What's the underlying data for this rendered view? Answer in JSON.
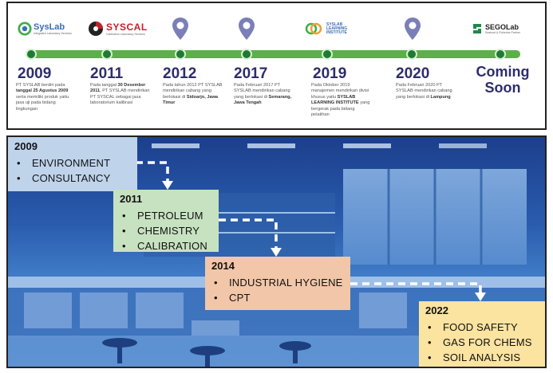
{
  "colors": {
    "timeline_line": "#5bb04a",
    "timeline_dot": "#1e7a34",
    "year_text": "#2d2d6b",
    "pin": "#7b7fb8",
    "box_2009": "#c8dbef",
    "box_2011": "#c7e2c0",
    "box_2014": "#f2c6a8",
    "box_2022": "#fbe3a0"
  },
  "timeline": {
    "logos": {
      "syslab": {
        "name": "SysLab",
        "tagline": "Integrated Laboratory Services"
      },
      "syscal": {
        "name": "SYSCAL",
        "tagline": "Calibration Laboratory Services"
      },
      "sli": {
        "name_line1": "SYSLAB",
        "name_line2": "LEARNING",
        "name_line3": "INSTITUTE"
      },
      "sego": {
        "name": "SEGOLab",
        "tagline": "Seafood & Fisheries Partner"
      }
    },
    "pin_icon": "map-pin-icon",
    "events": [
      {
        "year": "2009",
        "desc_pre": "PT SYSLAB berdiri pada ",
        "desc_bold": "tanggal 25 Agustus 2009",
        "desc_post": " serta memiliki produk yaitu jasa uji pada bidang lingkungan"
      },
      {
        "year": "2011",
        "desc_pre": "Pada tanggal ",
        "desc_bold": "30 Desember 2011",
        "desc_post": ", PT SYSLAB mendirikan PT SYSCAL sebagai jasa laboratorium kalibrasi"
      },
      {
        "year": "2012",
        "desc_pre": "Pada tahun 2012 PT SYSLAB mendirikan cabang yang berlokasi di ",
        "desc_bold": "Sidoarjo, Jawa Timur",
        "desc_post": ""
      },
      {
        "year": "2017",
        "desc_pre": "Pada Februari 2017 PT SYSLAB mendirikan cabang yang berlokasi di ",
        "desc_bold": "Semarang, Jawa Tengah",
        "desc_post": ""
      },
      {
        "year": "2019",
        "desc_pre": "Pada Oktober 2019 manajemen mendirikan divisi khusus yaitu ",
        "desc_bold": "SYSLAB LEARNING INSTITUTE",
        "desc_post": " yang bergerak pada bidang pelatihan"
      },
      {
        "year": "2020",
        "desc_pre": "Pada Februari 2020 PT SYSLAB mendirikan cabang yang berlokasi di ",
        "desc_bold": "Lampung",
        "desc_post": ""
      }
    ],
    "coming_soon": "Coming Soon"
  },
  "stages": [
    {
      "year": "2009",
      "items": [
        "ENVIRONMENT",
        "CONSULTANCY"
      ]
    },
    {
      "year": "2011",
      "items": [
        "PETROLEUM",
        "CHEMISTRY",
        "CALIBRATION"
      ]
    },
    {
      "year": "2014",
      "items": [
        "INDUSTRIAL HYGIENE",
        "CPT"
      ]
    },
    {
      "year": "2022",
      "items": [
        "FOOD SAFETY",
        "GAS FOR CHEMS",
        "SOIL ANALYSIS"
      ]
    }
  ]
}
